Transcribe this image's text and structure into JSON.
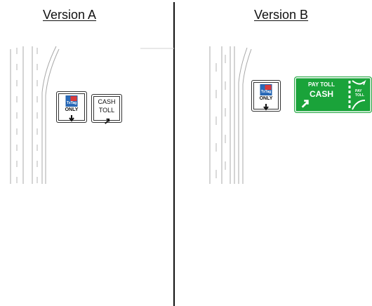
{
  "headings": {
    "version_a": "Version A",
    "version_b": "Version B"
  },
  "version_a": {
    "txtag_sign": {
      "brand": "TxTag",
      "label": "ONLY",
      "arrow": "down-arrow-icon"
    },
    "cash_toll_sign": {
      "line1": "CASH",
      "line2": "TOLL",
      "arrow": "up-right-arrow-icon"
    }
  },
  "version_b": {
    "txtag_sign": {
      "brand": "TxTag",
      "label": "ONLY",
      "arrow": "down-arrow-icon"
    },
    "green_sign": {
      "title": "PAY TOLL",
      "subtitle": "CASH",
      "side_line1": "PAY",
      "side_line2": "TOLL",
      "arrow": "up-right-arrow-icon",
      "color": "#1aa33a"
    }
  }
}
